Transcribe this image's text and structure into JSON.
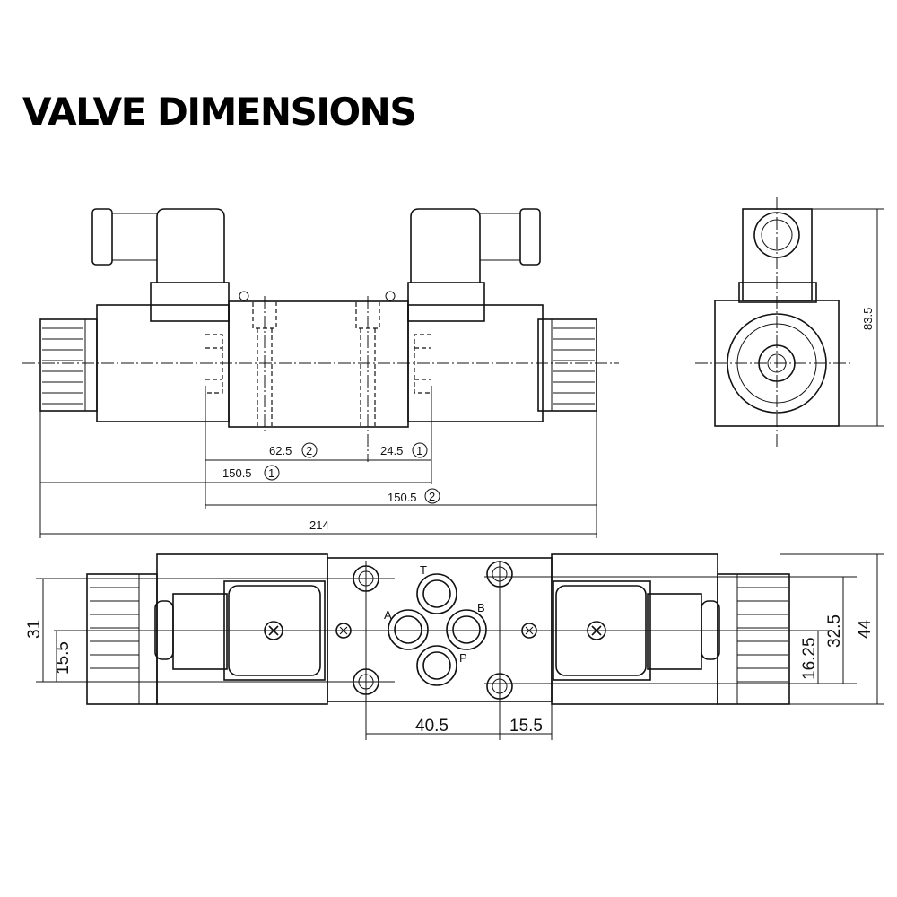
{
  "title": "VALVE DIMENSIONS",
  "front_view": {
    "dims": {
      "d1": "62.5",
      "d1_ref": "2",
      "d2": "24.5",
      "d2_ref": "1",
      "d3": "150.5",
      "d3_ref": "1",
      "d4": "150.5",
      "d4_ref": "2",
      "d5": "214"
    }
  },
  "side_view": {
    "height": "83.5"
  },
  "bottom_view": {
    "ports": {
      "t": "T",
      "a": "A",
      "b": "B",
      "p": "P"
    },
    "dims": {
      "left_outer": "31",
      "left_inner": "15.5",
      "bottom_a": "40.5",
      "bottom_b": "15.5",
      "right_inner": "16.25",
      "right_mid": "32.5",
      "right_outer": "44"
    }
  }
}
